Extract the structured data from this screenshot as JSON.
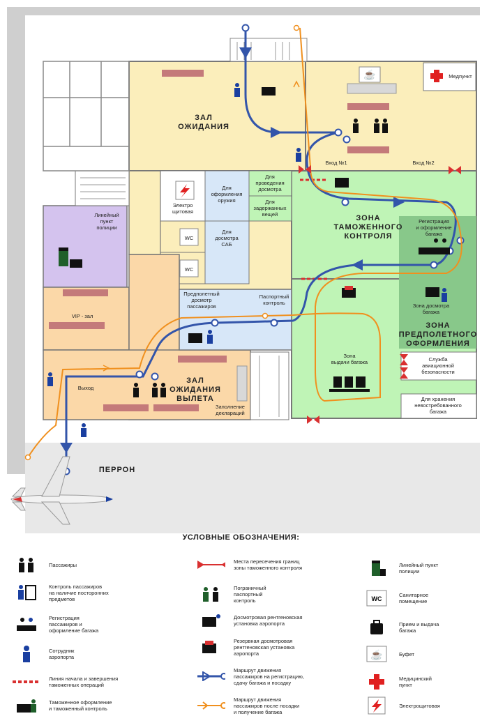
{
  "map": {
    "rooms": {
      "waiting_hall": "ЗАЛ\nОЖИДАНИЯ",
      "medpoint": "Медпункт",
      "entrance1": "Вход №1",
      "entrance2": "Вход №2",
      "weapons": "Для\nоформления\nоружия",
      "inspection": "Для\nпроведения\nдосмотра",
      "detained": "Для\nзадержанных\nвещей",
      "electro": "Электро\nщитовая",
      "police": "Линейный\nпункт\nполиции",
      "sab": "Для\nдосмотра\nСАБ",
      "wc1": "WC",
      "wc2": "WC",
      "customs_zone": "ЗОНА\nТАМОЖЕННОГО\nКОНТРОЛЯ",
      "registration": "Регистрация\nи оформление\nбагажа",
      "vip": "VIP - зал",
      "preflight_check": "Предполетный\nдосмотр\nпассажиров",
      "passport": "Паспортный\nконтроль",
      "baggage_check_zone": "Зона досмотра\nбагажа",
      "preflight_zone": "ЗОНА\nПРЕДПОЛЕТНОГО\nОФОРМЛЕНИЯ",
      "departure_hall": "ЗАЛ\nОЖИДАНИЯ\nВЫЛЕТА",
      "exit": "Выход",
      "declarations": "Заполнение\nдеклараций",
      "baggage_claim": "Зона\nвыдачи багажа",
      "aviation_security": "Служба\nавиационной\nбезопасности",
      "unclaimed_storage": "Для хранения\nневостребованного\nбагажа",
      "apron": "ПЕРРОН"
    },
    "colors": {
      "route_departure": "#3355aa",
      "route_arrival": "#f0901e",
      "waiting": "#fbeebb",
      "customs": "#bff4b6",
      "departure_hall": "#fbd8a8",
      "police": "#d4c3ee",
      "rooms": "#d7e7f8",
      "preflight": "#88c88a",
      "border_marker": "#d93030"
    }
  },
  "legend": {
    "title": "УСЛОВНЫЕ ОБОЗНАЧЕНИЯ:",
    "items": [
      {
        "icon": "passengers-icon",
        "text": "Пассажиры"
      },
      {
        "icon": "security-check-icon",
        "text": "Контроль пассажиров\nна наличие посторонних\nпредметов"
      },
      {
        "icon": "check-in-icon",
        "text": "Регистрация\nпассажиров и\nоформление багажа"
      },
      {
        "icon": "staff-icon",
        "text": "Сотрудник\nаэропорта"
      },
      {
        "icon": "customs-line-icon",
        "text": "Линия начала и завершения\nтаможенных операций"
      },
      {
        "icon": "customs-control-icon",
        "text": "Таможенное оформление\nи таможенный контроль"
      },
      {
        "icon": "border-crossing-icon",
        "text": "Места пересечения границ\nзоны таможенного контроля"
      },
      {
        "icon": "passport-control-icon",
        "text": "Пограничный\nпаспортный\nконтроль"
      },
      {
        "icon": "xray-icon",
        "text": "Досмотровая рентгеновская\nустановка аэропорта"
      },
      {
        "icon": "reserve-xray-icon",
        "text": "Резервная досмотровая\nрентгеновская установка\nаэропорта"
      },
      {
        "icon": "departure-route-icon",
        "text": "Маршрут движения\nпассажиров на регистрацию,\nсдачу багажа и посадку"
      },
      {
        "icon": "arrival-route-icon",
        "text": "Маршрут движения\nпассажиров после посадки\nи получение багажа"
      },
      {
        "icon": "police-icon",
        "text": "Линейный пункт\nполиции"
      },
      {
        "icon": "wc-icon",
        "text": "Санитарное\nпомещение",
        "wc": "WC"
      },
      {
        "icon": "baggage-icon",
        "text": "Прием и выдача\nбагажа"
      },
      {
        "icon": "buffet-icon",
        "text": "Буфет"
      },
      {
        "icon": "medical-icon",
        "text": "Медицинский\nпункт"
      },
      {
        "icon": "electrical-icon",
        "text": "Электрощитовая"
      }
    ]
  }
}
